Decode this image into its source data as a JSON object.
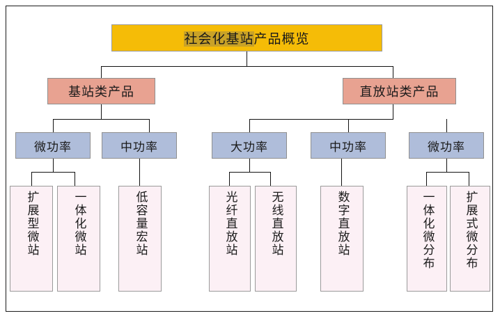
{
  "diagram": {
    "type": "organization-tree",
    "title_node": {
      "label": "社会化基站产品概览",
      "highlighted_part": "社会化基站",
      "rest_part": "产品概览",
      "color": "#F5BC07"
    },
    "level1": [
      {
        "label": "基站类产品",
        "color": "#E8A291"
      },
      {
        "label": "直放站类产品",
        "color": "#E8A291"
      }
    ],
    "level2": [
      {
        "label": "微功率",
        "color": "#AFBDDA",
        "parent": "基站类产品"
      },
      {
        "label": "中功率",
        "color": "#AFBDDA",
        "parent": "基站类产品"
      },
      {
        "label": "大功率",
        "color": "#AFBDDA",
        "parent": "直放站类产品"
      },
      {
        "label": "中功率",
        "color": "#AFBDDA",
        "parent": "直放站类产品"
      },
      {
        "label": "微功率",
        "color": "#AFBDDA",
        "parent": "直放站类产品"
      }
    ],
    "level3": [
      {
        "label": "扩展型微站",
        "color": "#FCF0F5"
      },
      {
        "label": "一体化微站",
        "color": "#FCF0F5"
      },
      {
        "label": "低容量宏站",
        "color": "#FCF0F5"
      },
      {
        "label": "光纤直放站",
        "color": "#FCF0F5"
      },
      {
        "label": "无线直放站",
        "color": "#FCF0F5"
      },
      {
        "label": "数字直放站",
        "color": "#FCF0F5"
      },
      {
        "label": "一体化微分布",
        "color": "#FCF0F5"
      },
      {
        "label": "扩展式微分布",
        "color": "#FCF0F5"
      }
    ]
  }
}
